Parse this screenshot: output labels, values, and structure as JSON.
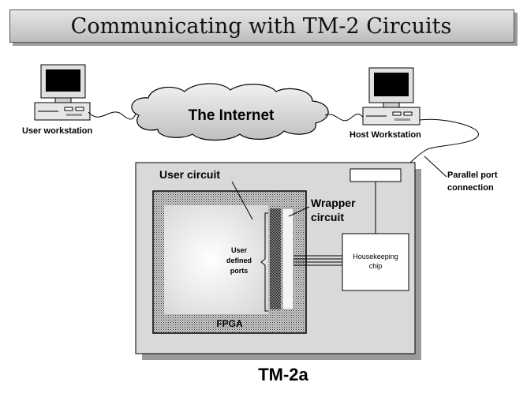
{
  "title": "Communicating with TM-2 Circuits",
  "labels": {
    "internet": "The Internet",
    "user_workstation": "User workstation",
    "host_workstation": "Host Workstation",
    "parallel_port_line1": "Parallel port",
    "parallel_port_line2": "connection",
    "user_circuit": "User circuit",
    "wrapper_line1": "Wrapper",
    "wrapper_line2": "circuit",
    "user_ports_line1": "User",
    "user_ports_line2": "defined",
    "user_ports_line3": "ports",
    "housekeeping_line1": "Housekeeping",
    "housekeeping_line2": "chip",
    "fpga": "FPGA",
    "board": "TM-2a"
  },
  "icons": {
    "user_computer": "desktop-computer-icon",
    "host_computer": "desktop-computer-icon"
  }
}
